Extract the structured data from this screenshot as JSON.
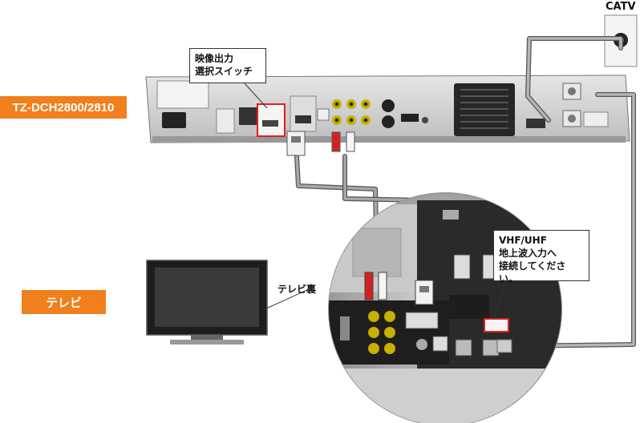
{
  "labels": {
    "catv": "CATV",
    "model": "TZ-DCH2800/2810",
    "tv": "テレビ",
    "tv_back": "テレビ裏",
    "video_switch": [
      "映像出力",
      "選択スイッチ"
    ],
    "vhf_uhf": [
      "VHF/UHF",
      "地上波入力へ",
      "接続してください。"
    ]
  },
  "colors": {
    "accent_orange": "#f07f1c",
    "highlight_red": "#e0201c",
    "cable_gray": "#9a9a9a"
  }
}
